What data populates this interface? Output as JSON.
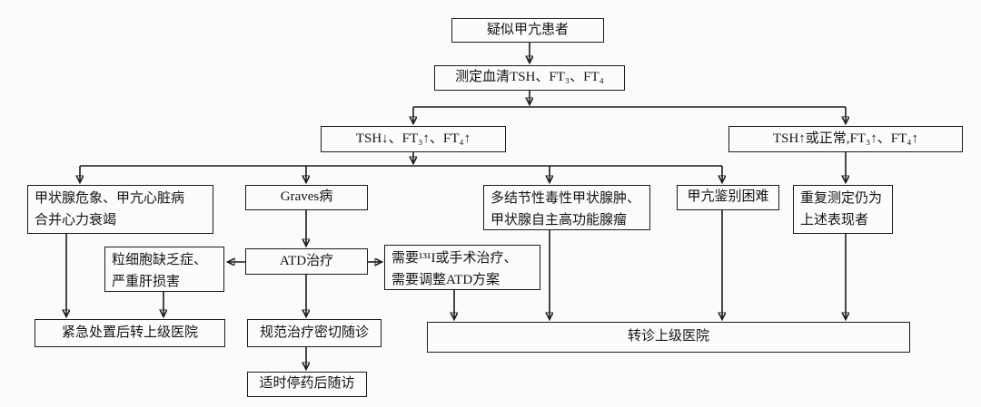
{
  "figure": {
    "background_color": "#fbfbf9",
    "line_color": "#1c1c1c",
    "box_fill_color": "#fcfcfb"
  },
  "nodes": {
    "suspected": {
      "label": "疑似甲亢患者"
    },
    "measure": {
      "label": "测定血清TSH、FT₃、FT₄"
    },
    "tsh_low": {
      "label": "TSH↓、FT₃↑、FT₄↑"
    },
    "tsh_high_or_normal": {
      "label": "TSH↑或正常,FT₃↑、FT₄↑"
    },
    "thyroid_crisis": {
      "label": "甲状腺危象、甲亢心脏病\n合并心力衰竭"
    },
    "graves": {
      "label": "Graves病"
    },
    "atd_therapy": {
      "label": "ATD治疗"
    },
    "agranulocytosis": {
      "label": "粒细胞缺乏症、\n严重肝损害"
    },
    "radioiodine_surgery": {
      "label": "需要¹³¹I或手术治疗、\n需要调整ATD方案"
    },
    "multinodular_goiter": {
      "label": "多结节性毒性甲状腺肿、\n甲状腺自主高功能腺瘤"
    },
    "differential_difficulty": {
      "label": "甲亢鉴别困难"
    },
    "repeat_measurement": {
      "label": "重复测定仍为\n上述表现者"
    },
    "emergency_transfer": {
      "label": "紧急处置后转上级医院"
    },
    "standard_followup": {
      "label": "规范治疗密切随诊"
    },
    "referral_hospital": {
      "label": "转诊上级医院"
    },
    "stop_medication_followup": {
      "label": "适时停药后随访"
    }
  }
}
